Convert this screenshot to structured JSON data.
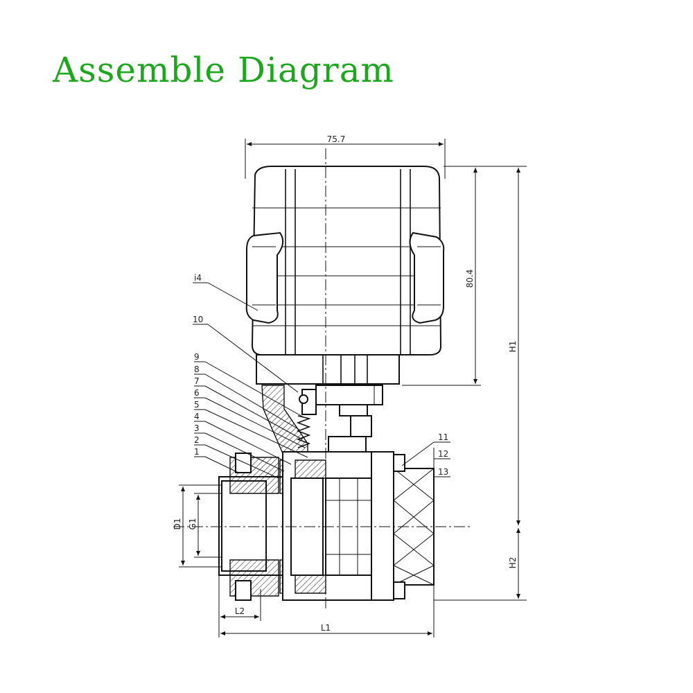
{
  "title": "Assemble Diagram",
  "colors": {
    "title": "#1ea61e",
    "line": "#111111"
  },
  "dimensions": {
    "width_top": "75.7",
    "actuator_height": "80.4",
    "h1": "H1",
    "h2": "H2",
    "l1": "L1",
    "l2": "L2",
    "d1": "D1",
    "g1": "G1"
  },
  "parts": {
    "p1": "1",
    "p2": "2",
    "p3": "3",
    "p4": "4",
    "p5": "5",
    "p6": "6",
    "p7": "7",
    "p8": "8",
    "p9": "9",
    "p10": "10",
    "p11": "11",
    "p12": "12",
    "p13": "13",
    "p14": "i4"
  }
}
